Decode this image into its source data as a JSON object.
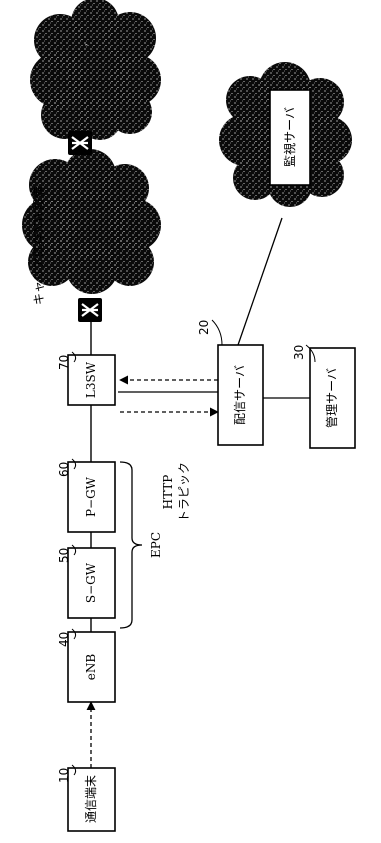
{
  "blocks": {
    "terminal": {
      "label": "通信端末",
      "number": "10"
    },
    "enb": {
      "label": "eNB",
      "number": "40"
    },
    "sgw": {
      "label": "S−GW",
      "number": "50"
    },
    "pgw": {
      "label": "P−GW",
      "number": "60"
    },
    "l3sw": {
      "label": "L3SW",
      "number": "70"
    },
    "distribution_server": {
      "label": "配信サーバ",
      "number": "20"
    },
    "management_server": {
      "label": "管理サーバ",
      "number": "30"
    },
    "monitoring_server": {
      "label": "監視サーバ"
    }
  },
  "labels": {
    "epc": "EPC",
    "http": "HTTP",
    "traffic": "トラピック",
    "carrier_network": "キャリア既存NW設備"
  }
}
